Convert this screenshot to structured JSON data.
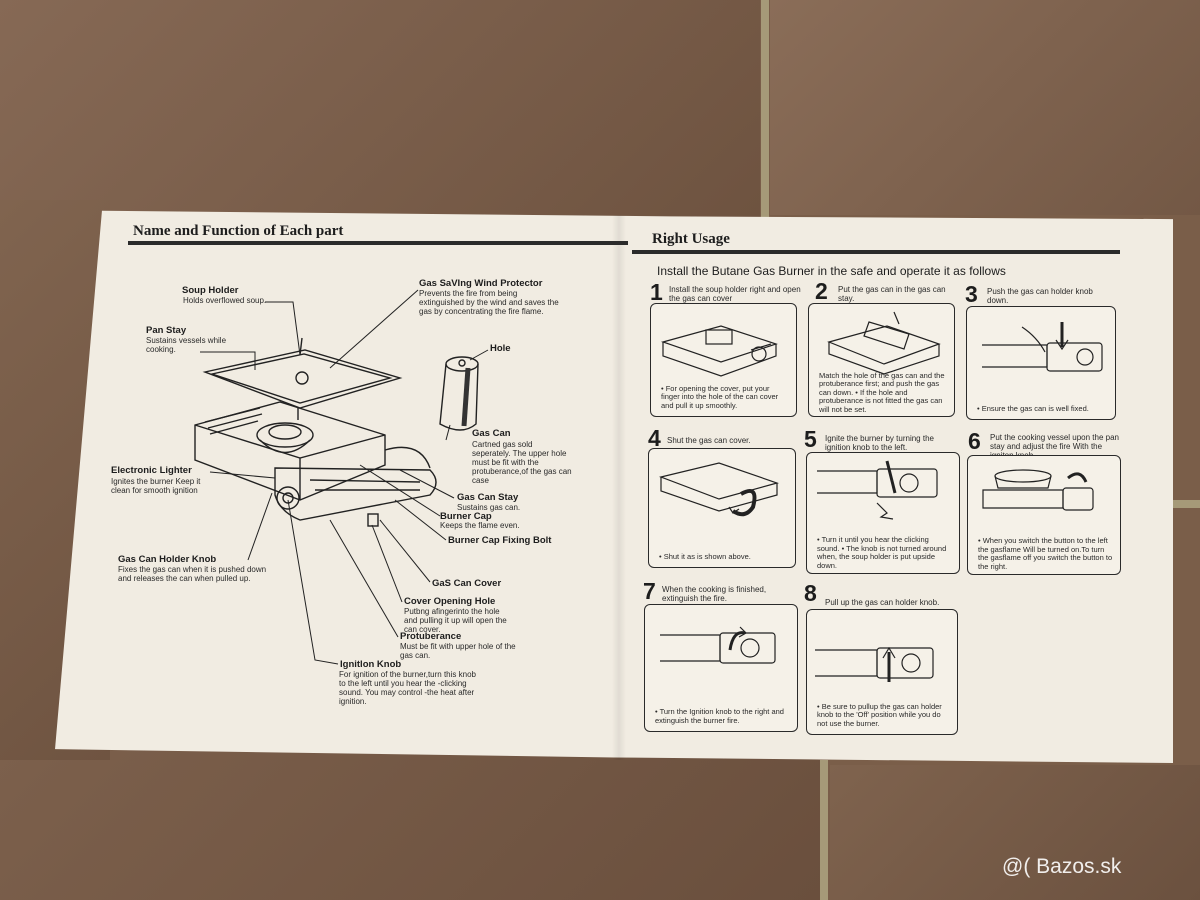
{
  "left_page": {
    "title": "Name and Function of Each part",
    "parts": [
      {
        "name": "Soup Holder",
        "desc": "Holds overflowed soup."
      },
      {
        "name": "Pan Stay",
        "desc": "Sustains vessels while cooking."
      },
      {
        "name": "Gas SaVIng Wind Protector",
        "desc": "Prevents the fire from being extinguished by the wind and saves the gas by concentrating the fire flame."
      },
      {
        "name": "Hole",
        "desc": ""
      },
      {
        "name": "Gas Can",
        "desc": "Cartned gas sold seperately. The upper hole must be fit with the protuberance,of the gas can case"
      },
      {
        "name": "Electronic Lighter",
        "desc": "Ignites the burner Keep it clean for smooth ignition"
      },
      {
        "name": "Gas Can Stay",
        "desc": "Sustains gas can."
      },
      {
        "name": "Burner Cap",
        "desc": "Keeps the flame even."
      },
      {
        "name": "Burner Cap Fixing Bolt",
        "desc": ""
      },
      {
        "name": "Gas Can Holder Knob",
        "desc": "Fixes the gas can when it is pushed down and releases the can when pulled up."
      },
      {
        "name": "GaS Can Cover",
        "desc": ""
      },
      {
        "name": "Cover Opening Hole",
        "desc": "Putbng afingerinto the hole and pulling it up will open the can cover."
      },
      {
        "name": "Protuberance",
        "desc": "Must be fit with upper hole of the gas can."
      },
      {
        "name": "Ignitlon Knob",
        "desc": "For ignition of the burner,turn this knob to the left until you hear the -clicking sound. You may control -the heat after ignition."
      }
    ]
  },
  "right_page": {
    "title": "Right Usage",
    "intro": "Install the Butane Gas Burner in the safe and operate it as follows",
    "steps": [
      {
        "num": "1",
        "text": "Install the soup holder right and open the gas can cover",
        "note": "• For opening the cover, put your finger into the hole of the can cover and pull it up smoothly."
      },
      {
        "num": "2",
        "text": "Put the gas can in the gas can stay.",
        "note": "Match the hole of the gas can and the protuberance first; and push the gas can down. • If the hole and protuberance is not fitted the gas can will not be set."
      },
      {
        "num": "3",
        "text": "Push the gas can holder knob down.",
        "note": "• Ensure the gas can is well fixed."
      },
      {
        "num": "4",
        "text": "Shut the gas can cover.",
        "note": "• Shut it as is shown above."
      },
      {
        "num": "5",
        "text": "Ignite the burner by turning the ignition knob to the left.",
        "note": "• Turn it until you hear the clicking sound. • The knob is not turned around when, the soup holder is put upside down."
      },
      {
        "num": "6",
        "text": "Put the cooking vessel upon the pan stay and adjust the fire With the igniton knob.",
        "note": "• When you switch the button to the left the gasflame Will be turned on.To turn the gasflame off you switch the button to the right."
      },
      {
        "num": "7",
        "text": "When the cooking is finished, extinguish the fire.",
        "note": "• Turn the Ignition knob to the right and extinguish the burner fire."
      },
      {
        "num": "8",
        "text": "Pull up the gas can holder knob.",
        "note": "• Be sure to pullup the gas can holder knob to the 'Off' position while you do not use the burner."
      }
    ]
  },
  "watermark": "@( Bazos.sk"
}
